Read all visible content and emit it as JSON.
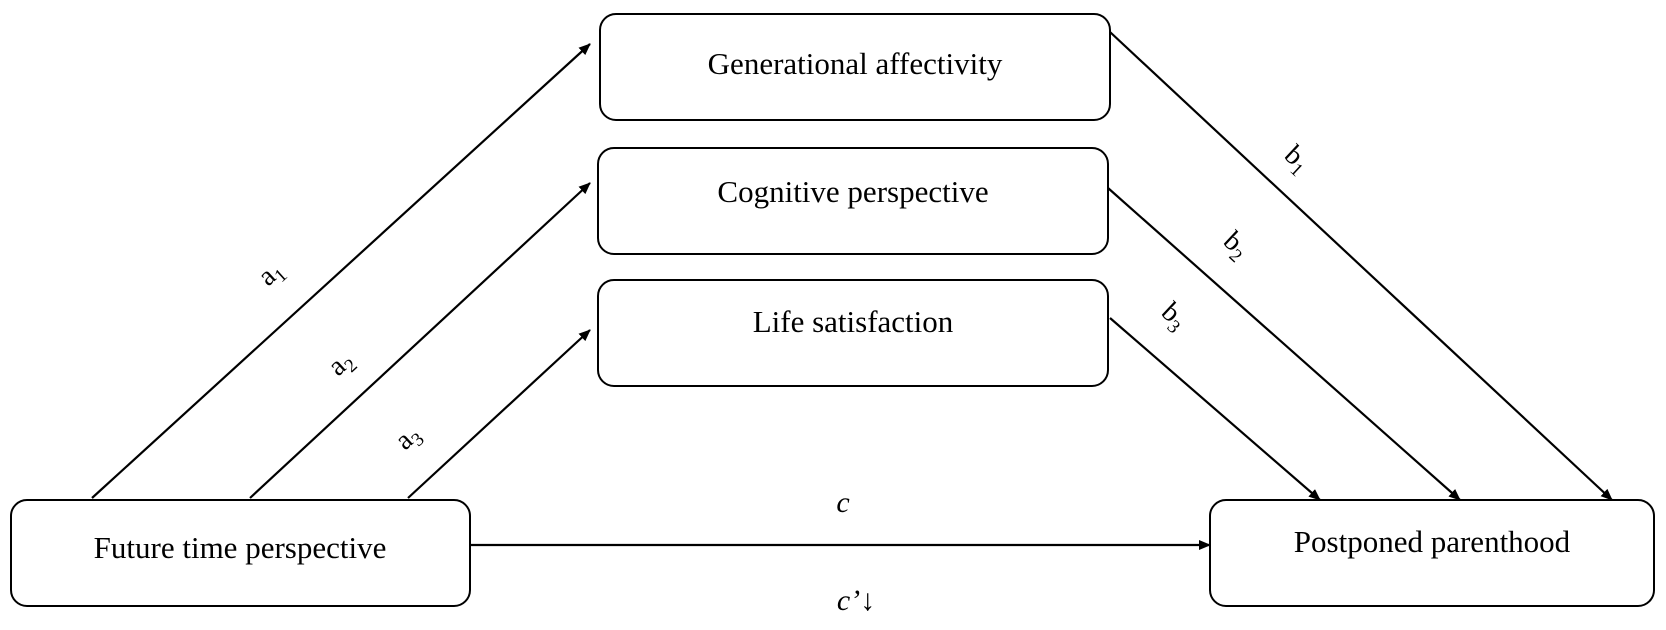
{
  "nodes": {
    "generational": {
      "label": "Generational affectivity"
    },
    "cognitive": {
      "label": "Cognitive perspective"
    },
    "life": {
      "label": "Life satisfaction"
    },
    "future": {
      "label": "Future time perspective"
    },
    "postponed": {
      "label": "Postponed parenthood"
    }
  },
  "edges": {
    "a1": {
      "base": "a",
      "sub": "1"
    },
    "a2": {
      "base": "a",
      "sub": "2"
    },
    "a3": {
      "base": "a",
      "sub": "3"
    },
    "b1": {
      "base": "b",
      "sub": "1"
    },
    "b2": {
      "base": "b",
      "sub": "2"
    },
    "b3": {
      "base": "b",
      "sub": "3"
    },
    "c": {
      "label": "c"
    },
    "c_prime": {
      "label": "c’↓"
    }
  }
}
